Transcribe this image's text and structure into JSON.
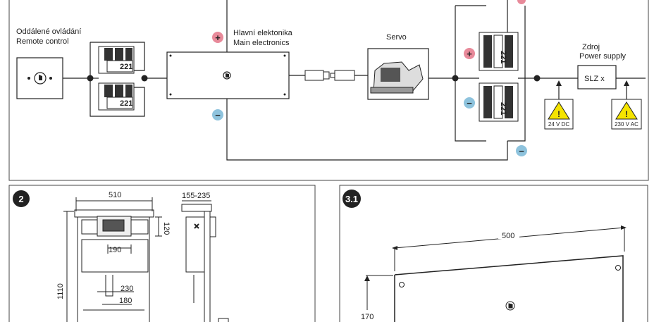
{
  "wiring": {
    "remote": {
      "label_cz": "Oddálené ovládání",
      "label_en": "Remote control"
    },
    "main": {
      "label_cz": "Hlavní elektonika",
      "label_en": "Main electronics"
    },
    "servo": {
      "label": "Servo"
    },
    "power": {
      "label_cz": "Zdroj",
      "label_en": "Power supply",
      "unit": "SLZ x"
    },
    "connector_code": "221",
    "warnings": [
      {
        "text": "24 V DC"
      },
      {
        "text": "230 V AC"
      }
    ],
    "polarity": {
      "plus": "+",
      "minus": "−"
    },
    "colors": {
      "plus": "#e88a9a",
      "minus": "#8ec3dd",
      "warning": "#f5e400"
    }
  },
  "panel2": {
    "number": "2",
    "dims": {
      "width": "510",
      "depth": "155-235",
      "height": "1110",
      "side": "120",
      "inner": "190",
      "d1": "230",
      "d2": "180"
    }
  },
  "panel31": {
    "number": "3.1",
    "dims": {
      "width": "500",
      "height": "170"
    }
  }
}
